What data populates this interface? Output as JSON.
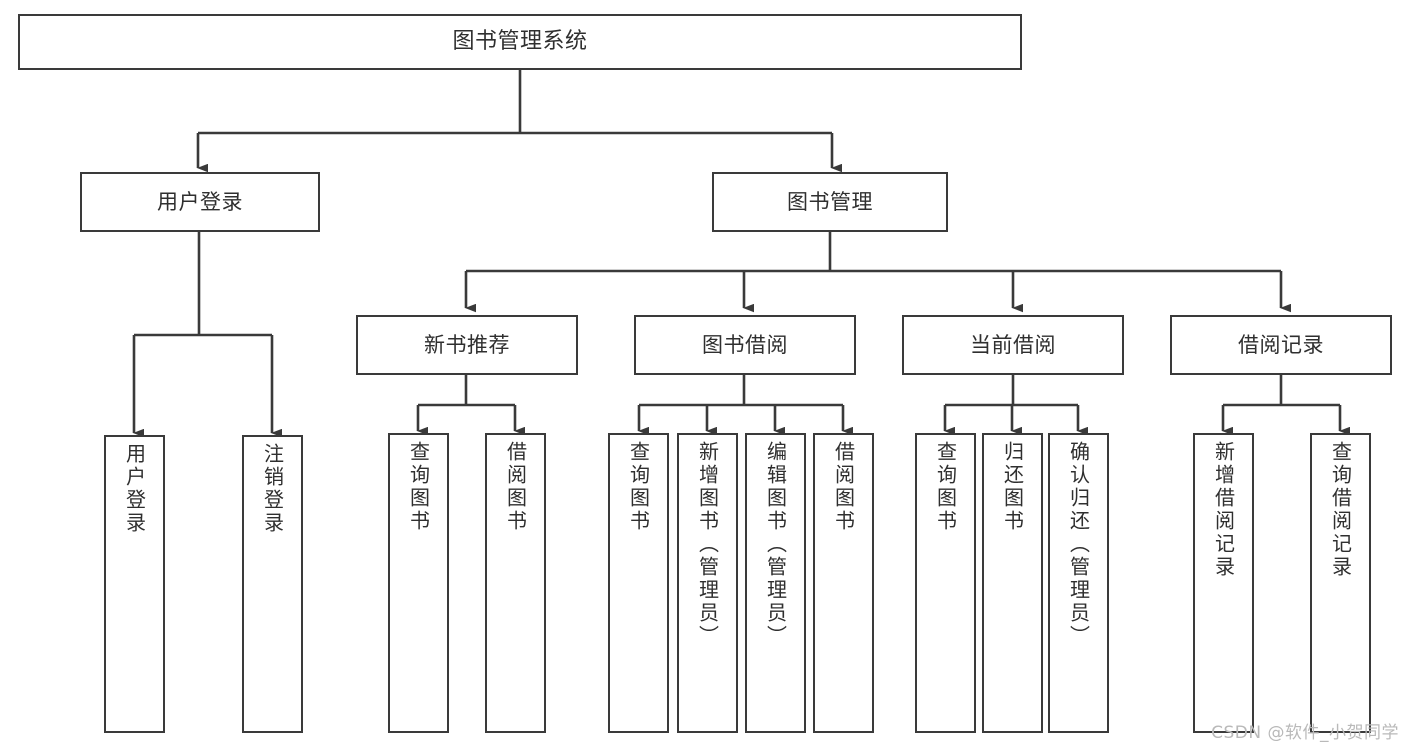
{
  "diagram": {
    "title": "图书管理系统",
    "watermark": "CSDN @软件_小贺同学",
    "colors": {
      "background": "#ffffff",
      "border": "#3a3a3a",
      "text": "#2f2f2f",
      "connector": "#3a3a3a",
      "watermark": "#b9b9b9"
    },
    "root": {
      "label": "图书管理系统"
    },
    "level1": [
      {
        "label": "用户登录"
      },
      {
        "label": "图书管理"
      }
    ],
    "level2": [
      {
        "label": "新书推荐"
      },
      {
        "label": "图书借阅"
      },
      {
        "label": "当前借阅"
      },
      {
        "label": "借阅记录"
      }
    ],
    "leaves": {
      "user_login": [
        {
          "label": "用户登录"
        },
        {
          "label": "注销登录"
        }
      ],
      "new_book_recommend": [
        {
          "label": "查询图书"
        },
        {
          "label": "借阅图书"
        }
      ],
      "book_borrow": [
        {
          "label": "查询图书"
        },
        {
          "label": "新增图书（管理员）"
        },
        {
          "label": "编辑图书（管理员）"
        },
        {
          "label": "借阅图书"
        }
      ],
      "current_borrow": [
        {
          "label": "查询图书"
        },
        {
          "label": "归还图书"
        },
        {
          "label": "确认归还（管理员）"
        }
      ],
      "borrow_record": [
        {
          "label": "新增借阅记录"
        },
        {
          "label": "查询借阅记录"
        }
      ]
    }
  }
}
